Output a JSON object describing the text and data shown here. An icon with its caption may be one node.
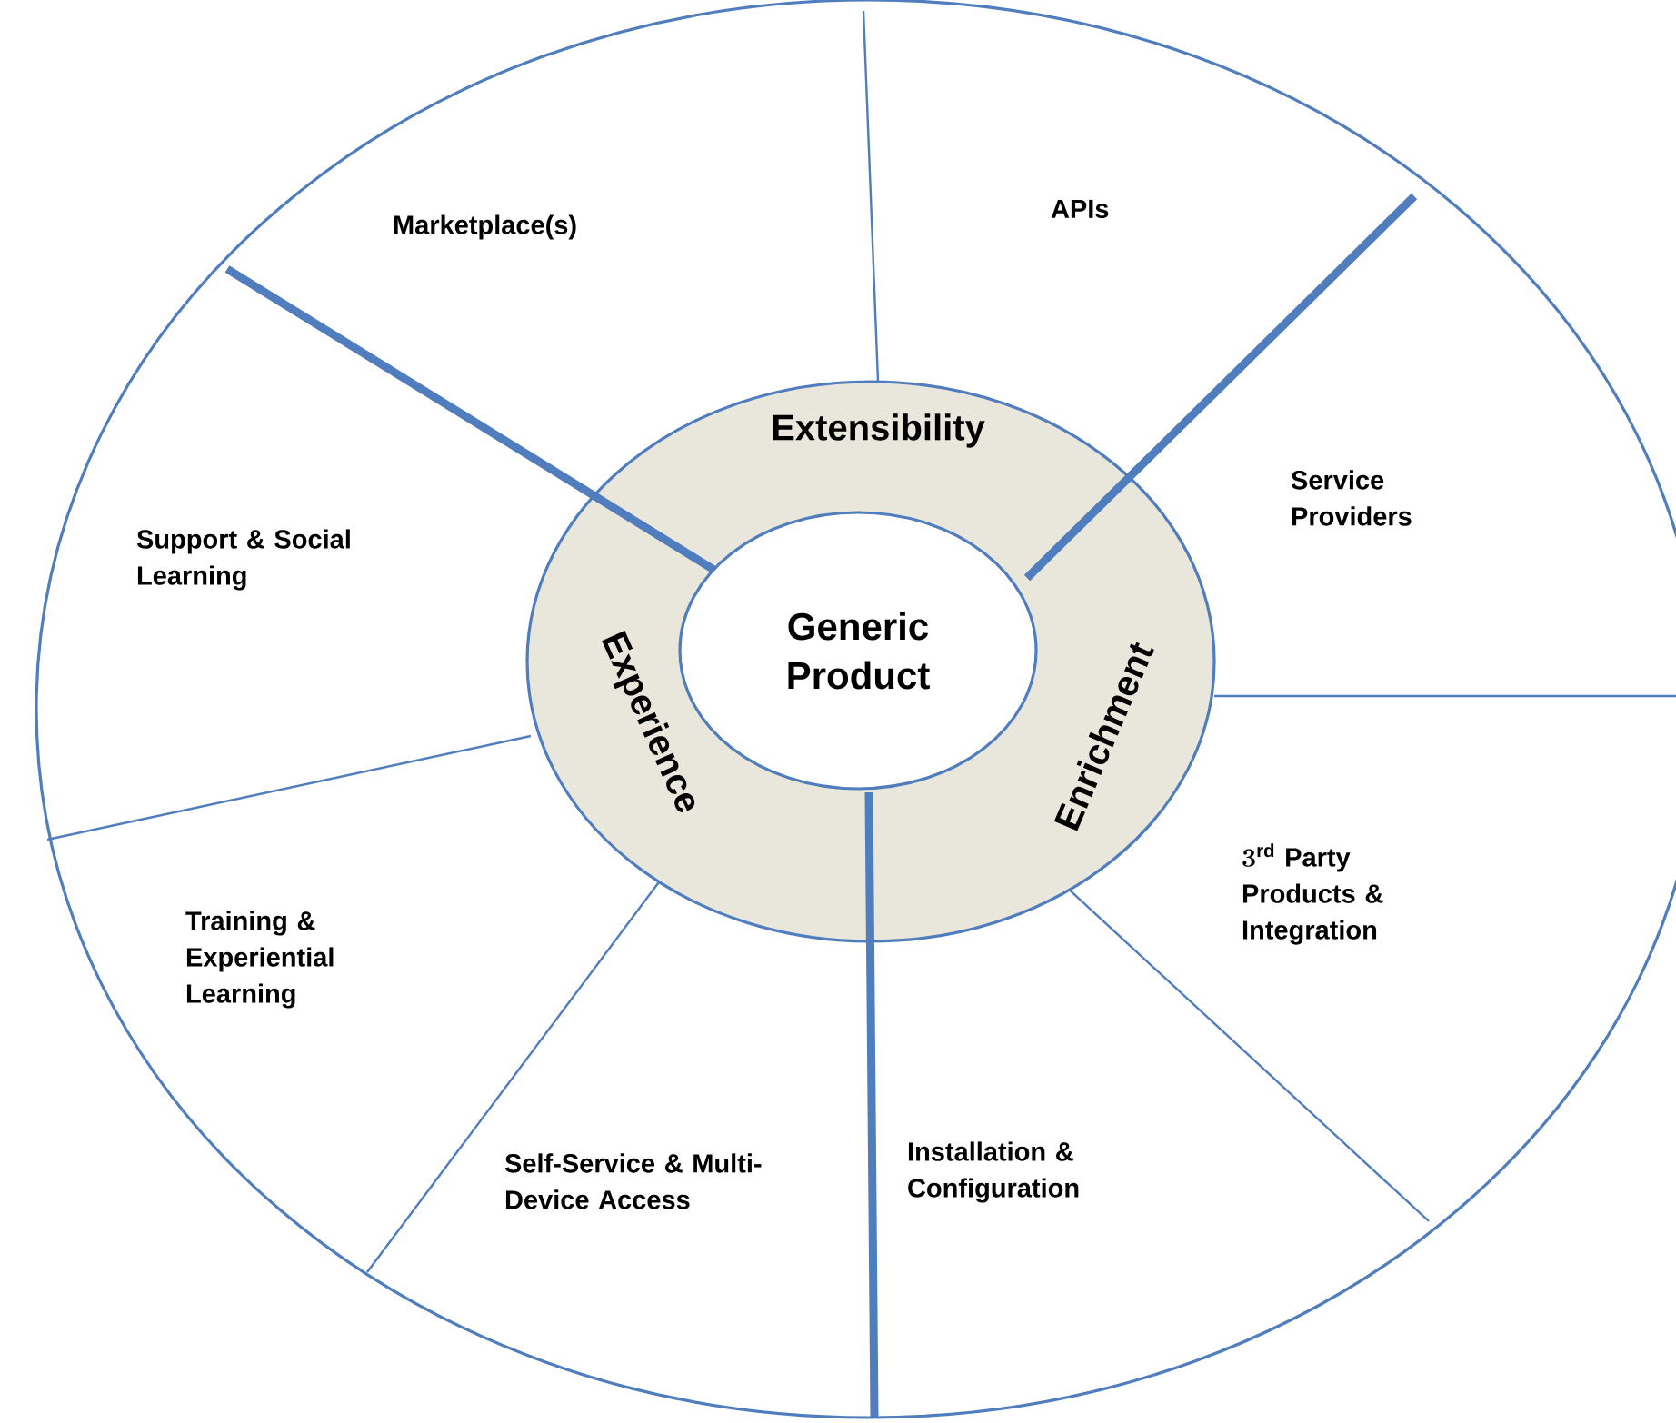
{
  "diagram": {
    "nodes": [
      {
        "text": [
          "Generic Product"
        ]
      },
      {
        "text": [
          "Extensibility"
        ]
      },
      {
        "text": [
          "Enrichment"
        ]
      },
      {
        "text": [
          "Experience"
        ]
      },
      {
        "text": [
          "Marketplace(s)"
        ]
      },
      {
        "text": [
          "APIs"
        ]
      },
      {
        "text": [
          "Service Providers"
        ]
      },
      {
        "text": [
          "Support & Social Learning"
        ]
      },
      {
        "text": [
          "3^{\\mathrm{rd}}",
          "Party Products & Integration"
        ]
      },
      {
        "text": [
          "Training & Experiential Learning"
        ]
      },
      {
        "text": [
          "Self-Service & Multi-Device Access"
        ]
      },
      {
        "text": [
          "Installation & Configuration"
        ]
      }
    ]
  }
}
